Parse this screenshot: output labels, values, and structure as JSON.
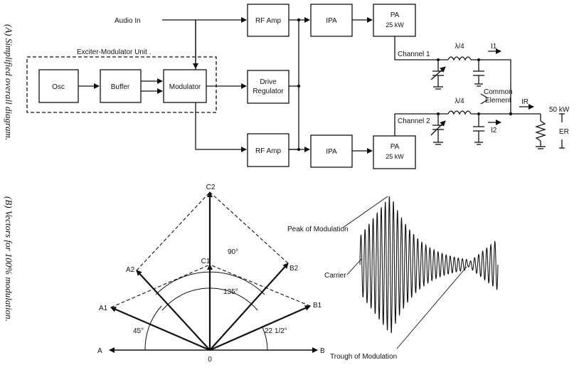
{
  "side_captions": {
    "a": "(A) Simplified overall diagram.",
    "b": "(B) Vectors for 100% modulation."
  },
  "block_diagram": {
    "audio_in": "Audio In",
    "exciter_unit": "Exciter-Modulator Unit .",
    "osc": "Osc",
    "buffer": "Buffer",
    "modulator": "Modulator",
    "rf_amp_top": "RF Amp",
    "rf_amp_bottom": "RF Amp",
    "drive_regulator": [
      "Drive",
      "Regulator"
    ],
    "ipa_top": "IPA",
    "ipa_bottom": "IPA",
    "pa_top": [
      "PA",
      "25 kW"
    ],
    "pa_bottom": [
      "PA",
      "25 kW"
    ],
    "channel_1": "Channel 1",
    "channel_2": "Channel 2",
    "lambda_top": "λ/4",
    "lambda_bottom": "λ/4",
    "i1": "I1",
    "i2": "I2",
    "ir": "IR",
    "er": "ER",
    "common_element": [
      "Common",
      "Element"
    ],
    "load_power": "50 kW"
  },
  "vector_diagram": {
    "labels": {
      "c2": "C2",
      "c1": "C1",
      "a2": "A2",
      "a1": "A1",
      "b2": "B2",
      "b1": "B1",
      "a": "A",
      "b": "B",
      "o": "0"
    },
    "angles": {
      "deg90": "90°",
      "deg135": "135°",
      "deg45": "45°",
      "deg22": "22 1/2°"
    }
  },
  "waveform_labels": {
    "peak": "Peak of Modulation",
    "carrier": "Carrier",
    "trough": "Trough of Modulation"
  }
}
